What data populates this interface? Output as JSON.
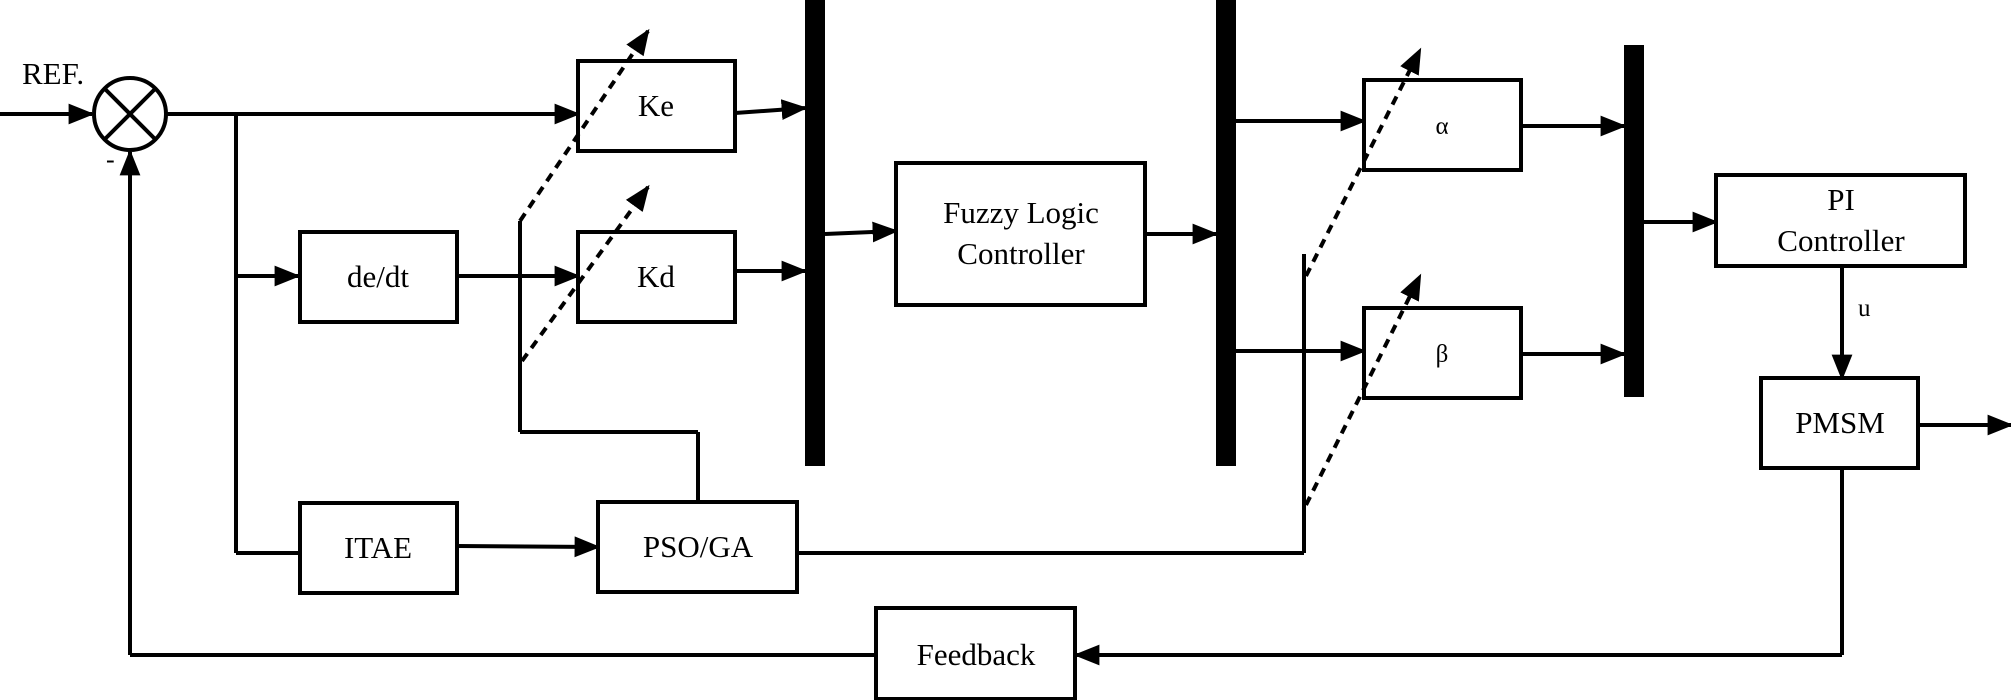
{
  "diagram": {
    "input_label": "REF.",
    "summer_sign": "-",
    "blocks": {
      "ke": "Ke",
      "kd": "Kd",
      "dedt": "de/dt",
      "itae": "ITAE",
      "psoga": "PSO/GA",
      "flc_line1": "Fuzzy Logic",
      "flc_line2": "Controller",
      "alpha": "α",
      "beta": "β",
      "pi_line1": "PI",
      "pi_line2": "Controller",
      "pmsm": "PMSM",
      "feedback": "Feedback"
    },
    "signals": {
      "u": "u"
    }
  }
}
